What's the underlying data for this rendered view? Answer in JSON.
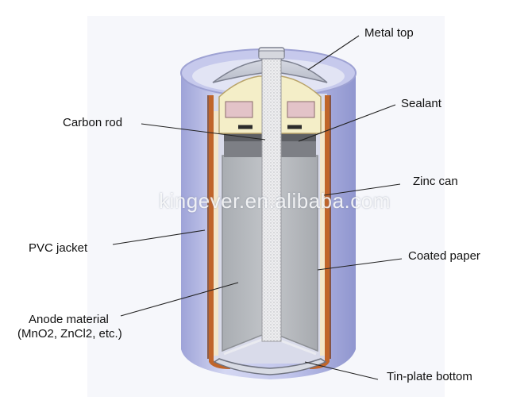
{
  "labels": {
    "metal_top": "Metal top",
    "sealant": "Sealant",
    "carbon_rod": "Carbon rod",
    "zinc_can": "Zinc can",
    "pvc_jacket": "PVC jacket",
    "coated_paper": "Coated paper",
    "anode_material_line1": "Anode material",
    "anode_material_line2": "(MnO2, ZnCl2, etc.)",
    "tin_plate_bottom": "Tin-plate bottom"
  },
  "watermark": "kingever.en.alibaba.com",
  "colors": {
    "pvc_jacket": "#b8bde8",
    "zinc_can": "#c0652a",
    "coated_paper": "#f3e6c8",
    "anode": "#b9bcc0",
    "carbon_rod": "#e8e8ea",
    "sealant": "#f4eec8",
    "metal": "#c9ccd4"
  }
}
